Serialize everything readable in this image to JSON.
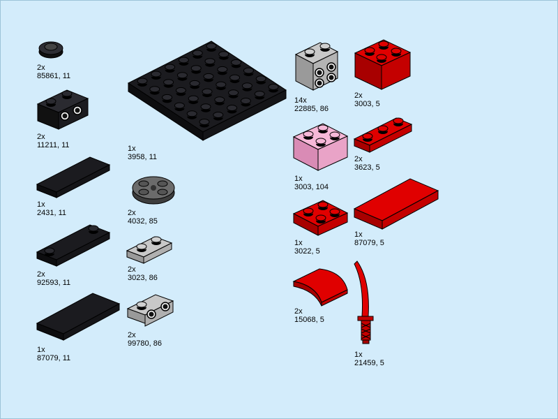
{
  "colors": {
    "background": "#d3ecfb",
    "black": "#1b1b1f",
    "red": "#d30000",
    "dark_gray": "#6b6b6b",
    "light_gray": "#c8c8c8",
    "pink": "#f6b8d8"
  },
  "parts": [
    {
      "id": "p1",
      "qty": "2x",
      "ref": "85861, 11"
    },
    {
      "id": "p2",
      "qty": "2x",
      "ref": "11211, 11"
    },
    {
      "id": "p3",
      "qty": "1x",
      "ref": "2431, 11"
    },
    {
      "id": "p4",
      "qty": "2x",
      "ref": "92593, 11"
    },
    {
      "id": "p5",
      "qty": "1x",
      "ref": "87079, 11"
    },
    {
      "id": "p6",
      "qty": "1x",
      "ref": "3958, 11"
    },
    {
      "id": "p7",
      "qty": "2x",
      "ref": "4032, 85"
    },
    {
      "id": "p8",
      "qty": "2x",
      "ref": "3023, 86"
    },
    {
      "id": "p9",
      "qty": "2x",
      "ref": "99780, 86"
    },
    {
      "id": "p10",
      "qty": "14x",
      "ref": "22885, 86"
    },
    {
      "id": "p11",
      "qty": "2x",
      "ref": "3003, 5"
    },
    {
      "id": "p12",
      "qty": "1x",
      "ref": "3003, 104"
    },
    {
      "id": "p13",
      "qty": "2x",
      "ref": "3623, 5"
    },
    {
      "id": "p14",
      "qty": "1x",
      "ref": "3022, 5"
    },
    {
      "id": "p15",
      "qty": "1x",
      "ref": "87079, 5"
    },
    {
      "id": "p16",
      "qty": "2x",
      "ref": "15068, 5"
    },
    {
      "id": "p17",
      "qty": "1x",
      "ref": "21459, 5"
    }
  ]
}
